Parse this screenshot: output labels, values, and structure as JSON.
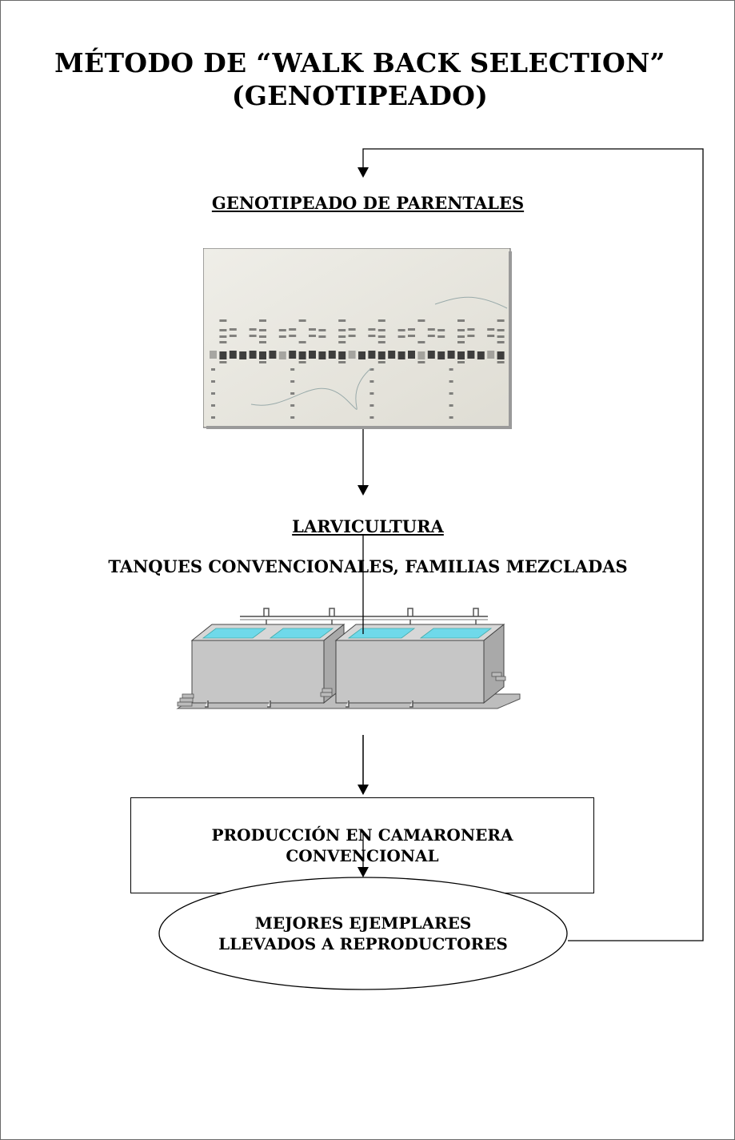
{
  "title": {
    "line1": "MÉTODO DE “WALK BACK SELECTION”",
    "line2": "(GENOTIPEADO)"
  },
  "steps": {
    "genotyping": "GENOTIPEADO DE PARENTALES",
    "larviculture": "LARVICULTURA",
    "tanks": "TANQUES CONVENCIONALES, FAMILIAS MEZCLADAS",
    "production_line1": "PRODUCCIÓN EN CAMARONERA",
    "production_line2": "CONVENCIONAL",
    "best_line1": "MEJORES EJEMPLARES",
    "best_line2": "LLEVADOS A REPRODUCTORES"
  },
  "images": {
    "gel": "electrophoresis-gel-image",
    "tanks": "larviculture-tanks-illustration"
  },
  "colors": {
    "water": "#6fd9ea",
    "concrete": "#c6c6c6",
    "gel_bg": "#e9e7e0",
    "band": "#2b2b2b"
  }
}
